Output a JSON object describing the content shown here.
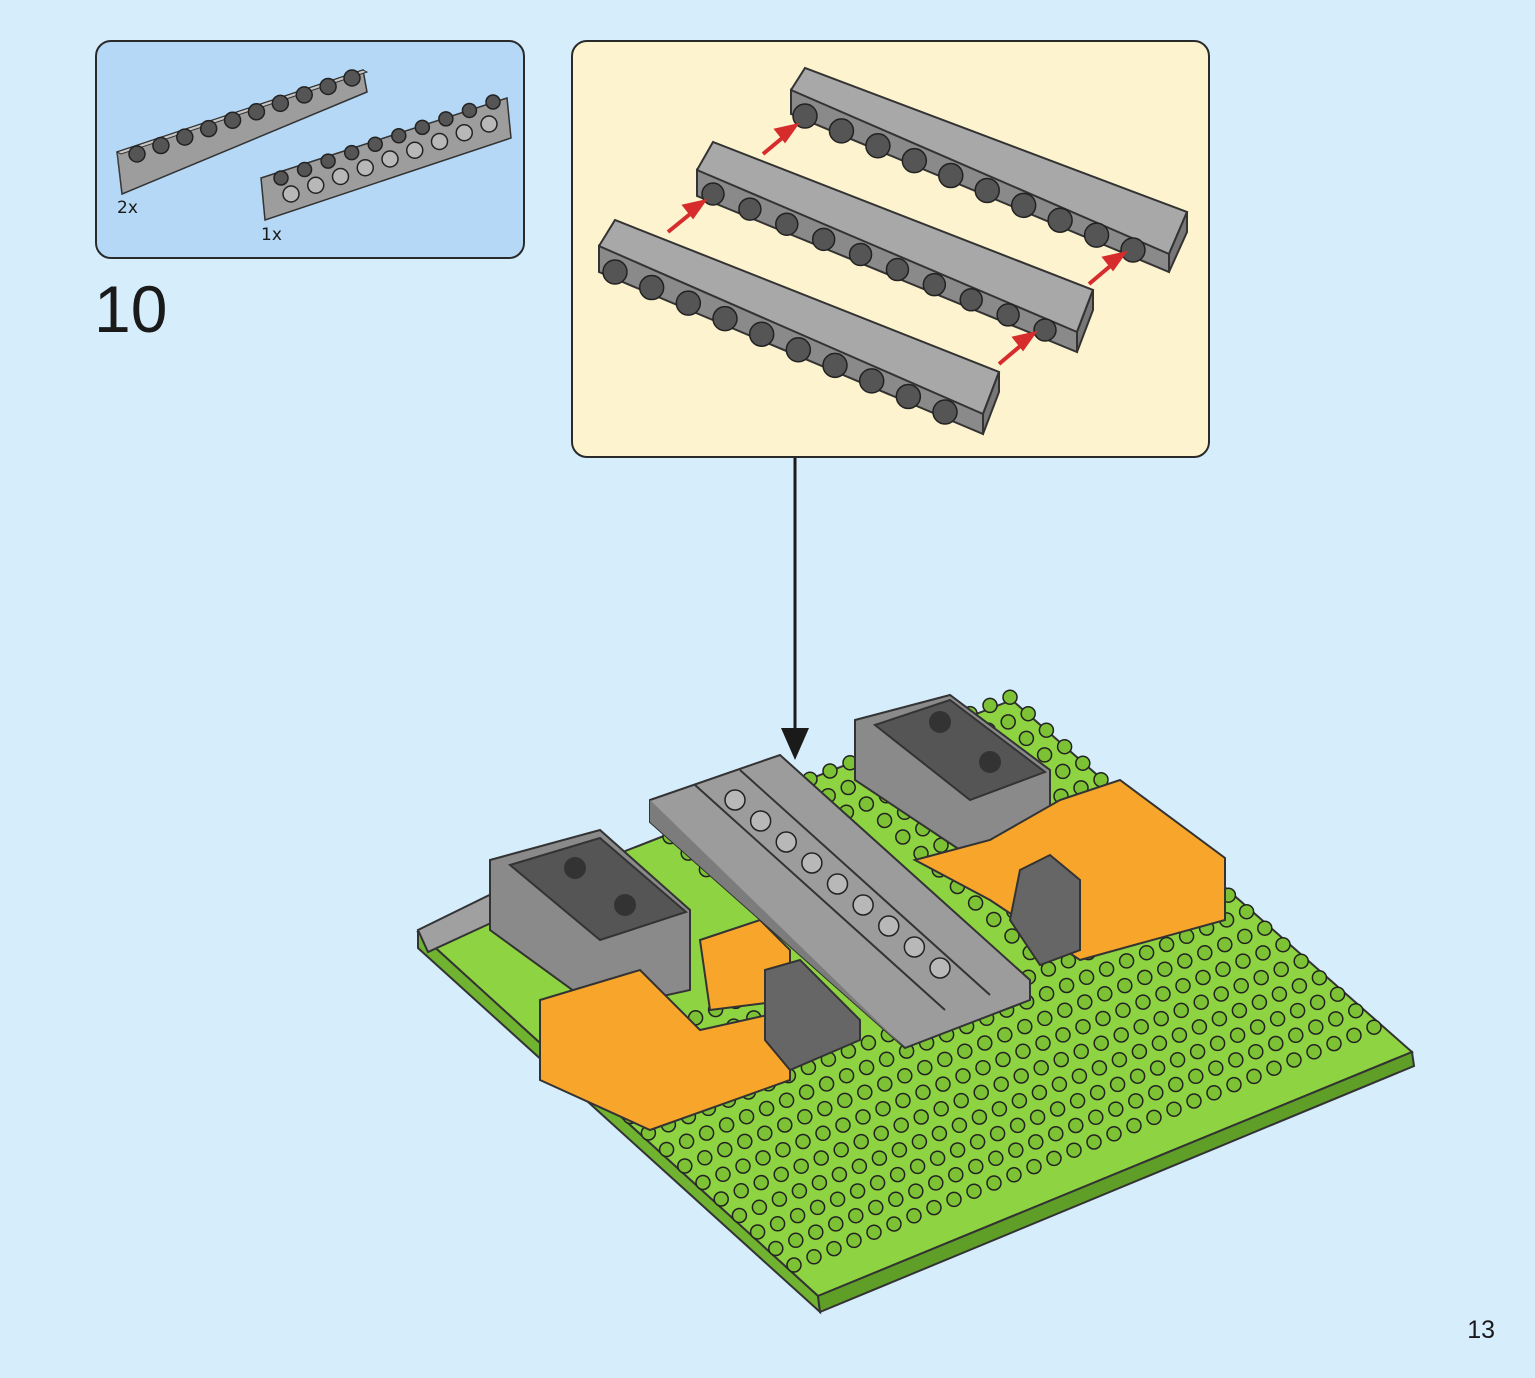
{
  "parts_list": {
    "items": [
      {
        "part": "gray-brick-1x10",
        "quantity": "2x"
      },
      {
        "part": "gray-technic-brick-1x10",
        "quantity": "1x"
      }
    ]
  },
  "step": {
    "number": "10"
  },
  "page": {
    "number": "13"
  },
  "colors": {
    "background": "#d6edfc",
    "parts_box": "#b4d8f5",
    "callout_box": "#fdf3cf",
    "gray_brick": "#8f8f8f",
    "dark_gray": "#555555",
    "orange": "#f7a52b",
    "green_plate": "#8ed341",
    "arrow_red": "#d72c2c"
  },
  "icons": [
    "assembly-arrow-icon",
    "red-placement-arrow-icon"
  ]
}
